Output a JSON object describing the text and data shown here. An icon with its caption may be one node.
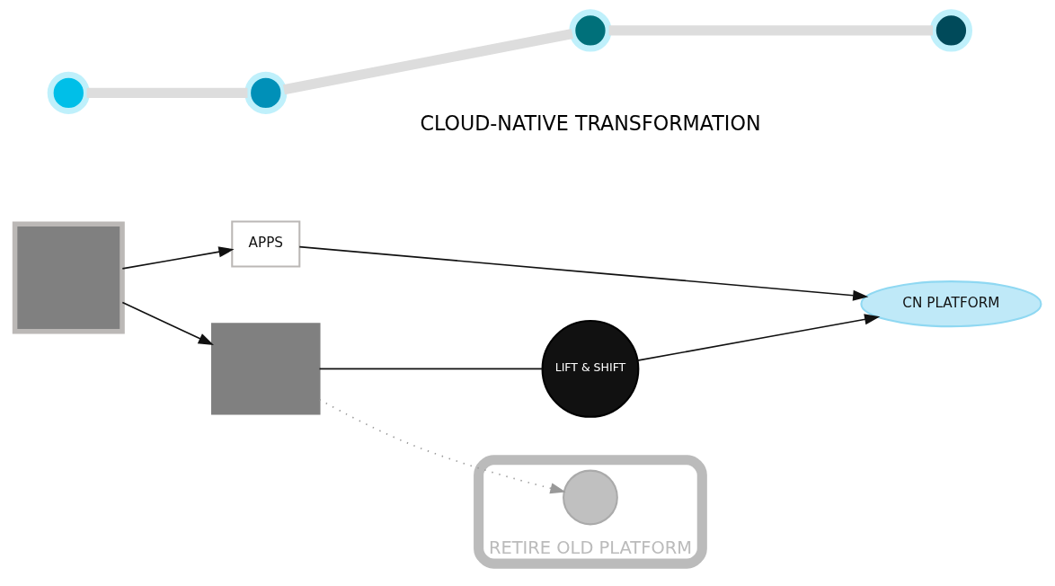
{
  "diagram": {
    "nodes": [
      {
        "text": [],
        "shape": "box"
      },
      {
        "text": [
          "APPS"
        ]
      },
      {
        "text": [
          "CN PLATFORM"
        ]
      },
      {
        "text": [],
        "shape": "box"
      },
      {
        "text": [
          "LIFT & SHIFT"
        ]
      },
      {
        "text": [
          "RETIRE OLD PLATFORM"
        ]
      },
      {
        "text": [],
        "shape": "circle",
        "in": 5
      },
      {
        "text": [],
        "shape": "circle"
      },
      {
        "text": [],
        "shape": "circle"
      },
      {
        "text": [],
        "shape": "circle"
      },
      {
        "text": [],
        "shape": "circle"
      }
    ],
    "edges": [
      {
        "from": 0,
        "to": 1,
        "arrow": "to"
      },
      {
        "from": 1,
        "to": 2,
        "arrow": "to"
      },
      {
        "from": 0,
        "to": 3,
        "arrow": "to"
      },
      {
        "from": 3,
        "to": 4,
        "arrow": "none"
      },
      {
        "from": 4,
        "to": 2,
        "arrow": "to"
      },
      {
        "from": 3,
        "to": 6,
        "arrow": "to",
        "style": "dashed",
        "color": "#999999"
      },
      {
        "from": 7,
        "to": 8,
        "arrow": "none",
        "style": "thick",
        "color": "#dddddd"
      },
      {
        "from": 8,
        "to": 9,
        "arrow": "none",
        "style": "thick",
        "color": "#dddddd"
      },
      {
        "from": 9,
        "to": 10,
        "arrow": "none",
        "style": "thick",
        "color": "#dddddd"
      }
    ],
    "labels": [
      "CLOUD-NATIVE TRANSFORMATION"
    ]
  }
}
